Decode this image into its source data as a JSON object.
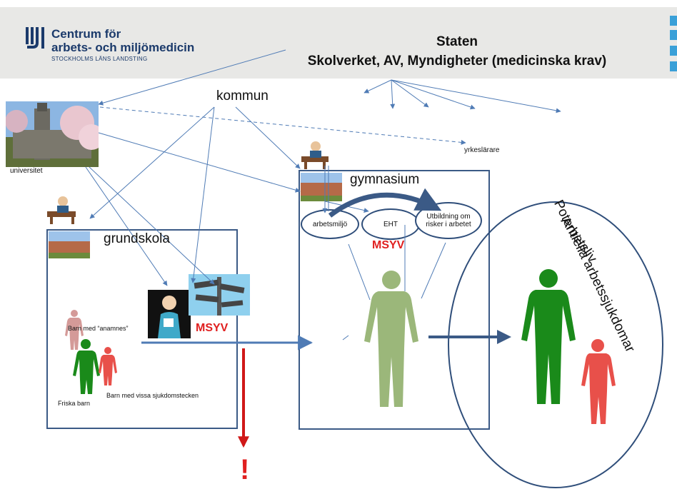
{
  "header": {
    "logo_line1": "Centrum för",
    "logo_line2": "arbets- och miljömedicin",
    "logo_line3": "STOCKHOLMS LÄNS LANDSTING",
    "title": "Staten",
    "subtitle": "Skolverket, AV, Myndigheter (medicinska krav)"
  },
  "labels": {
    "kommun": "kommun",
    "universitet": "universitet",
    "yrkeslarare": "yrkeslärare",
    "gymnasium": "gymnasium",
    "grundskola": "grundskola",
    "msyv_gymnasium": "MSYV",
    "msyv_grundskola": "MSYV",
    "arbetsliv": "Arbetsliv",
    "potentiella": "Potentiella arbetssjukdomar",
    "barn_anamnes": "Barn med “anamnes”",
    "friska_barn": "Friska barn",
    "barn_sjukdom": "Barn med vissa sjukdomstecken",
    "exclamation": "!"
  },
  "ovals": {
    "arbetsmiljo": "arbetsmiljö",
    "eht": "EHT",
    "utbildning": "Utbildning om risker i arbetet"
  },
  "colors": {
    "box_border": "#3b5a86",
    "arrow_blue": "#4f7bb5",
    "msyv_red": "#e02020",
    "figure_green": "#1a8a1a",
    "figure_sage": "#9bb77a",
    "figure_red": "#e8504a",
    "figure_pink": "#d49a98",
    "logo_blue": "#1b3a6b"
  }
}
